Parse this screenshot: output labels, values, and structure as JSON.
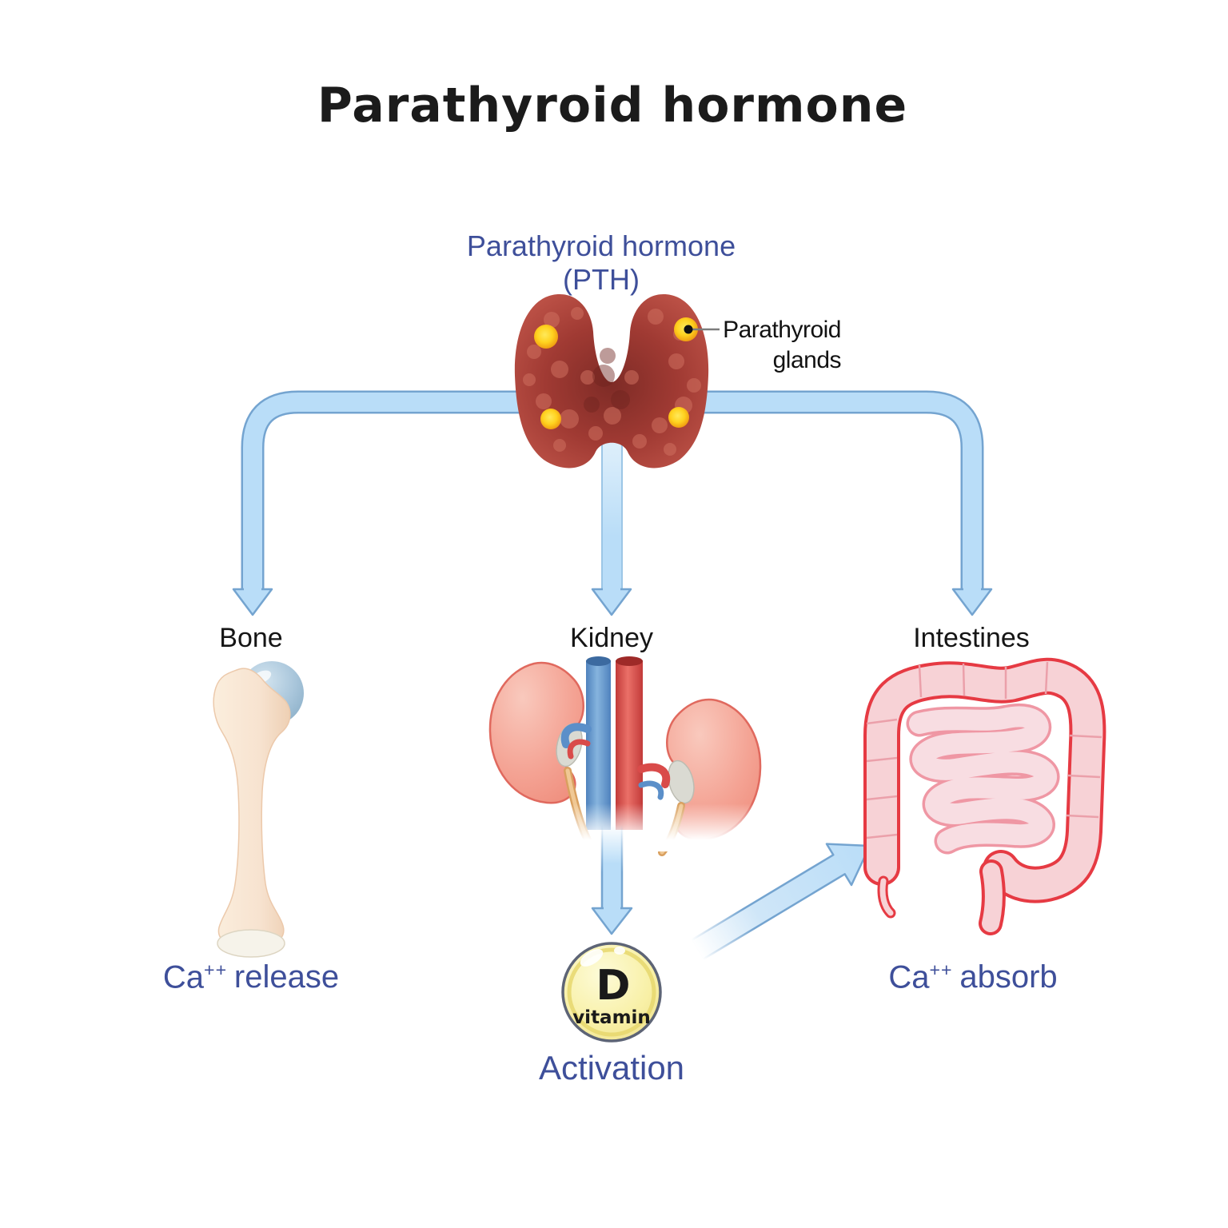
{
  "title": "Parathyroid hormone",
  "hormone": {
    "line1": "Parathyroid hormone",
    "line2": "(PTH)"
  },
  "callout": {
    "line1": "Parathyroid",
    "line2": "glands"
  },
  "organs": {
    "bone": "Bone",
    "kidney": "Kidney",
    "intestines": "Intestines"
  },
  "effects": {
    "bone": {
      "base": "Ca",
      "sup": "++",
      "rest": "release"
    },
    "intestines": {
      "base": "Ca",
      "sup": "++",
      "rest": "absorb"
    },
    "kidney": "Activation"
  },
  "vitamin": {
    "letter": "D",
    "word": "vitamin"
  },
  "icons": [
    "thyroid-gland-illustration",
    "parathyroid-gland-dots",
    "pth-branch-arrow",
    "bone-illustration",
    "kidney-illustration",
    "intestines-illustration",
    "kidney-to-vitamind-arrow",
    "vitamind-to-intestines-arrow",
    "vitamin-d-pill"
  ],
  "colors": {
    "label_blue": "#3e4f9a",
    "text_black": "#1b1b1b",
    "arrow_fill": "#b9ddf8",
    "arrow_stroke": "#74a4d0",
    "gland_red": "#a83e37",
    "parathyroid_yellow": "#ffd21f",
    "bone_cream": "#f7e3d0",
    "femoral_head_blue": "#a9c6db",
    "kidney_pink": "#f2998c",
    "vein_blue": "#5b8fc9",
    "artery_red": "#d94b4a",
    "ureter_tan": "#ecc08b",
    "intestine_pink": "#f7d2d6",
    "intestine_red": "#e63a43",
    "vitamin_yellow": "#f8f0a6"
  }
}
